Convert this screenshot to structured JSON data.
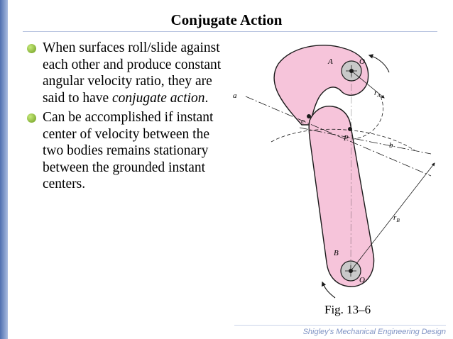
{
  "title": "Conjugate Action",
  "bullets": [
    {
      "text_before": "When surfaces roll/slide against each other and produce constant angular velocity ratio, they are said to have ",
      "emphasis": "conjugate action",
      "text_after": "."
    },
    {
      "text_before": "Can be accomplished if instant center of velocity between the two bodies remains stationary between the grounded instant centers.",
      "emphasis": "",
      "text_after": ""
    }
  ],
  "figure": {
    "caption": "Fig. 13–6",
    "labels": {
      "A": "A",
      "O_top": "O",
      "a": "a",
      "c": "c",
      "P": "P",
      "b": "b",
      "rA_base": "r",
      "rA_sub": "A",
      "rB_base": "r",
      "rB_sub": "B",
      "B": "B",
      "O_bottom": "O"
    },
    "colors": {
      "body_fill": "#f6c4da",
      "outline": "#1a1a1a",
      "pivot_fill": "#c9c9c9"
    }
  },
  "footer": "Shigley's Mechanical Engineering Design"
}
